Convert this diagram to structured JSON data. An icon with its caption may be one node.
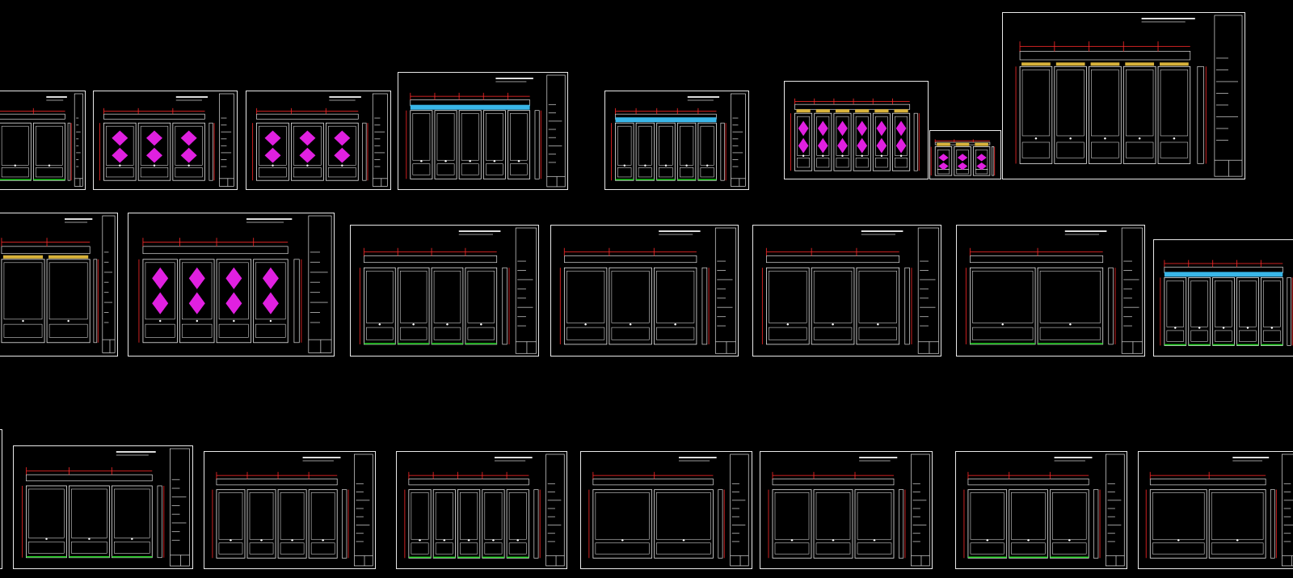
{
  "diagram": {
    "nodes": [
      {
        "text": [],
        "shape": "picture"
      },
      {
        "text": [],
        "shape": "picture"
      },
      {
        "text": [],
        "shape": "picture"
      },
      {
        "text": [],
        "shape": "picture"
      },
      {
        "text": [],
        "shape": "picture"
      },
      {
        "text": [],
        "shape": "picture"
      },
      {
        "text": [],
        "shape": "picture"
      },
      {
        "text": [],
        "shape": "picture"
      },
      {
        "text": [],
        "shape": "picture"
      },
      {
        "text": [],
        "shape": "picture"
      },
      {
        "text": [],
        "shape": "picture"
      },
      {
        "text": [],
        "shape": "picture"
      },
      {
        "text": [],
        "shape": "picture"
      },
      {
        "text": [],
        "shape": "picture"
      },
      {
        "text": [],
        "shape": "picture"
      },
      {
        "text": [],
        "shape": "box"
      },
      {
        "text": [],
        "shape": "picture"
      },
      {
        "text": [],
        "shape": "picture"
      },
      {
        "text": [],
        "shape": "picture"
      },
      {
        "text": [],
        "shape": "picture"
      },
      {
        "text": [],
        "shape": "picture"
      },
      {
        "text": [],
        "shape": "picture"
      },
      {
        "text": [],
        "shape": "picture"
      }
    ]
  }
}
